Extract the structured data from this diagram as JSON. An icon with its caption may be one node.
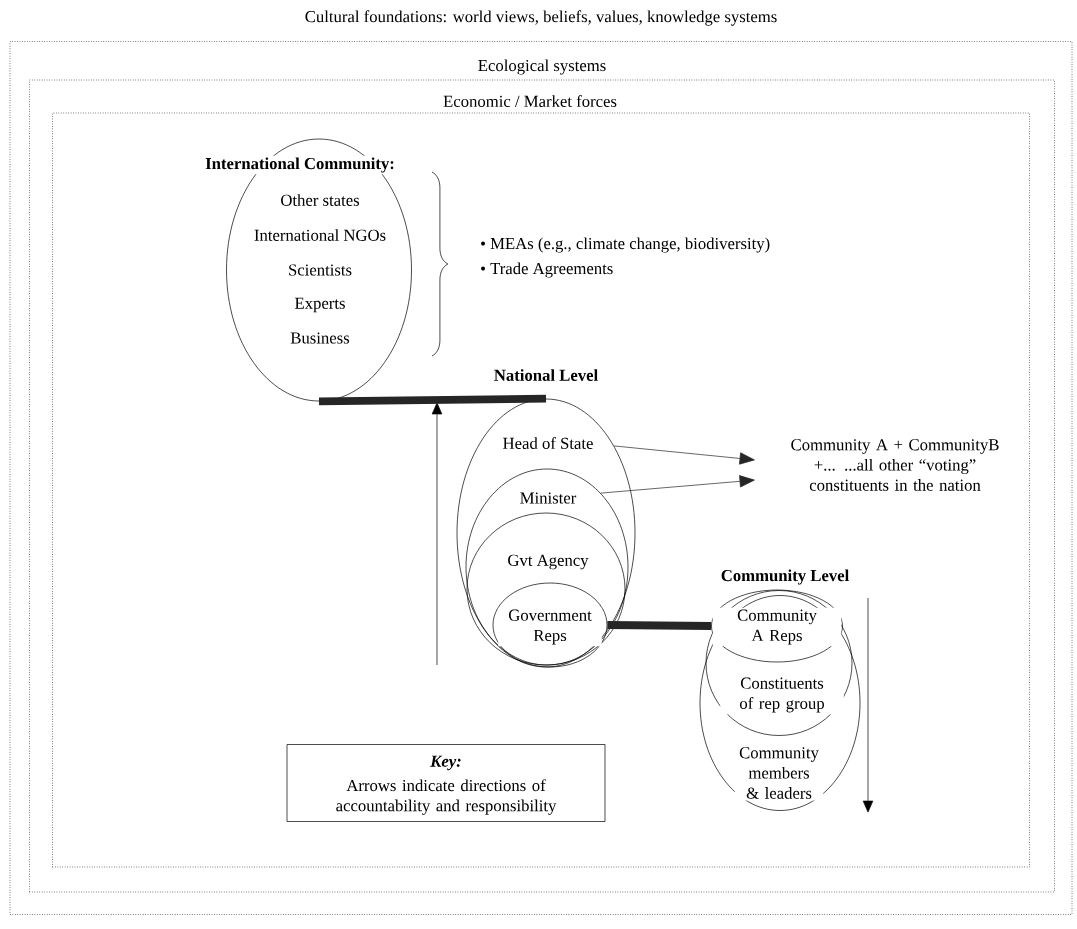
{
  "diagram": {
    "nodes": [
      {
        "text": [
          "Cultural foundations: world views, beliefs, values, knowledge systems"
        ]
      },
      {
        "text": [
          "Ecological systems"
        ],
        "in": 0
      },
      {
        "text": [
          "Economic / Market forces"
        ],
        "in": 1
      },
      {
        "text": [
          "International Community:",
          "Other states",
          "International NGOs",
          "Scientists",
          "Experts",
          "Business"
        ],
        "in": 2
      },
      {
        "text": [
          "National Level",
          "Head of State"
        ],
        "in": 2
      },
      {
        "text": [
          "Minister"
        ],
        "in": 4
      },
      {
        "text": [
          "Gvt Agency"
        ],
        "in": 5
      },
      {
        "text": [
          "Government Reps"
        ],
        "in": 6
      },
      {
        "text": [
          "Community A + CommunityB +... ...all other “voting” constituents in the nation"
        ],
        "in": 2
      },
      {
        "text": [
          "Community Level",
          "Community members & leaders"
        ],
        "in": 2
      },
      {
        "text": [
          "Constituents of rep group"
        ],
        "in": 9
      },
      {
        "text": [
          "Community A Reps"
        ],
        "in": 10
      },
      {
        "text": [
          "Key:",
          "Arrows indicate directions of accountability and responsibility"
        ],
        "in": 2
      }
    ],
    "edges": [
      {
        "from": 3,
        "to": 4,
        "arrow": "none",
        "style": "thick"
      },
      {
        "from": 7,
        "to": 11,
        "arrow": "none",
        "style": "thick"
      },
      {
        "from": 4,
        "to": 8,
        "arrow": "to"
      },
      {
        "from": 5,
        "to": 8,
        "arrow": "to"
      }
    ],
    "labels": [
      "• MEAs (e.g., climate change, biodiversity)",
      "• Trade Agreements"
    ]
  }
}
